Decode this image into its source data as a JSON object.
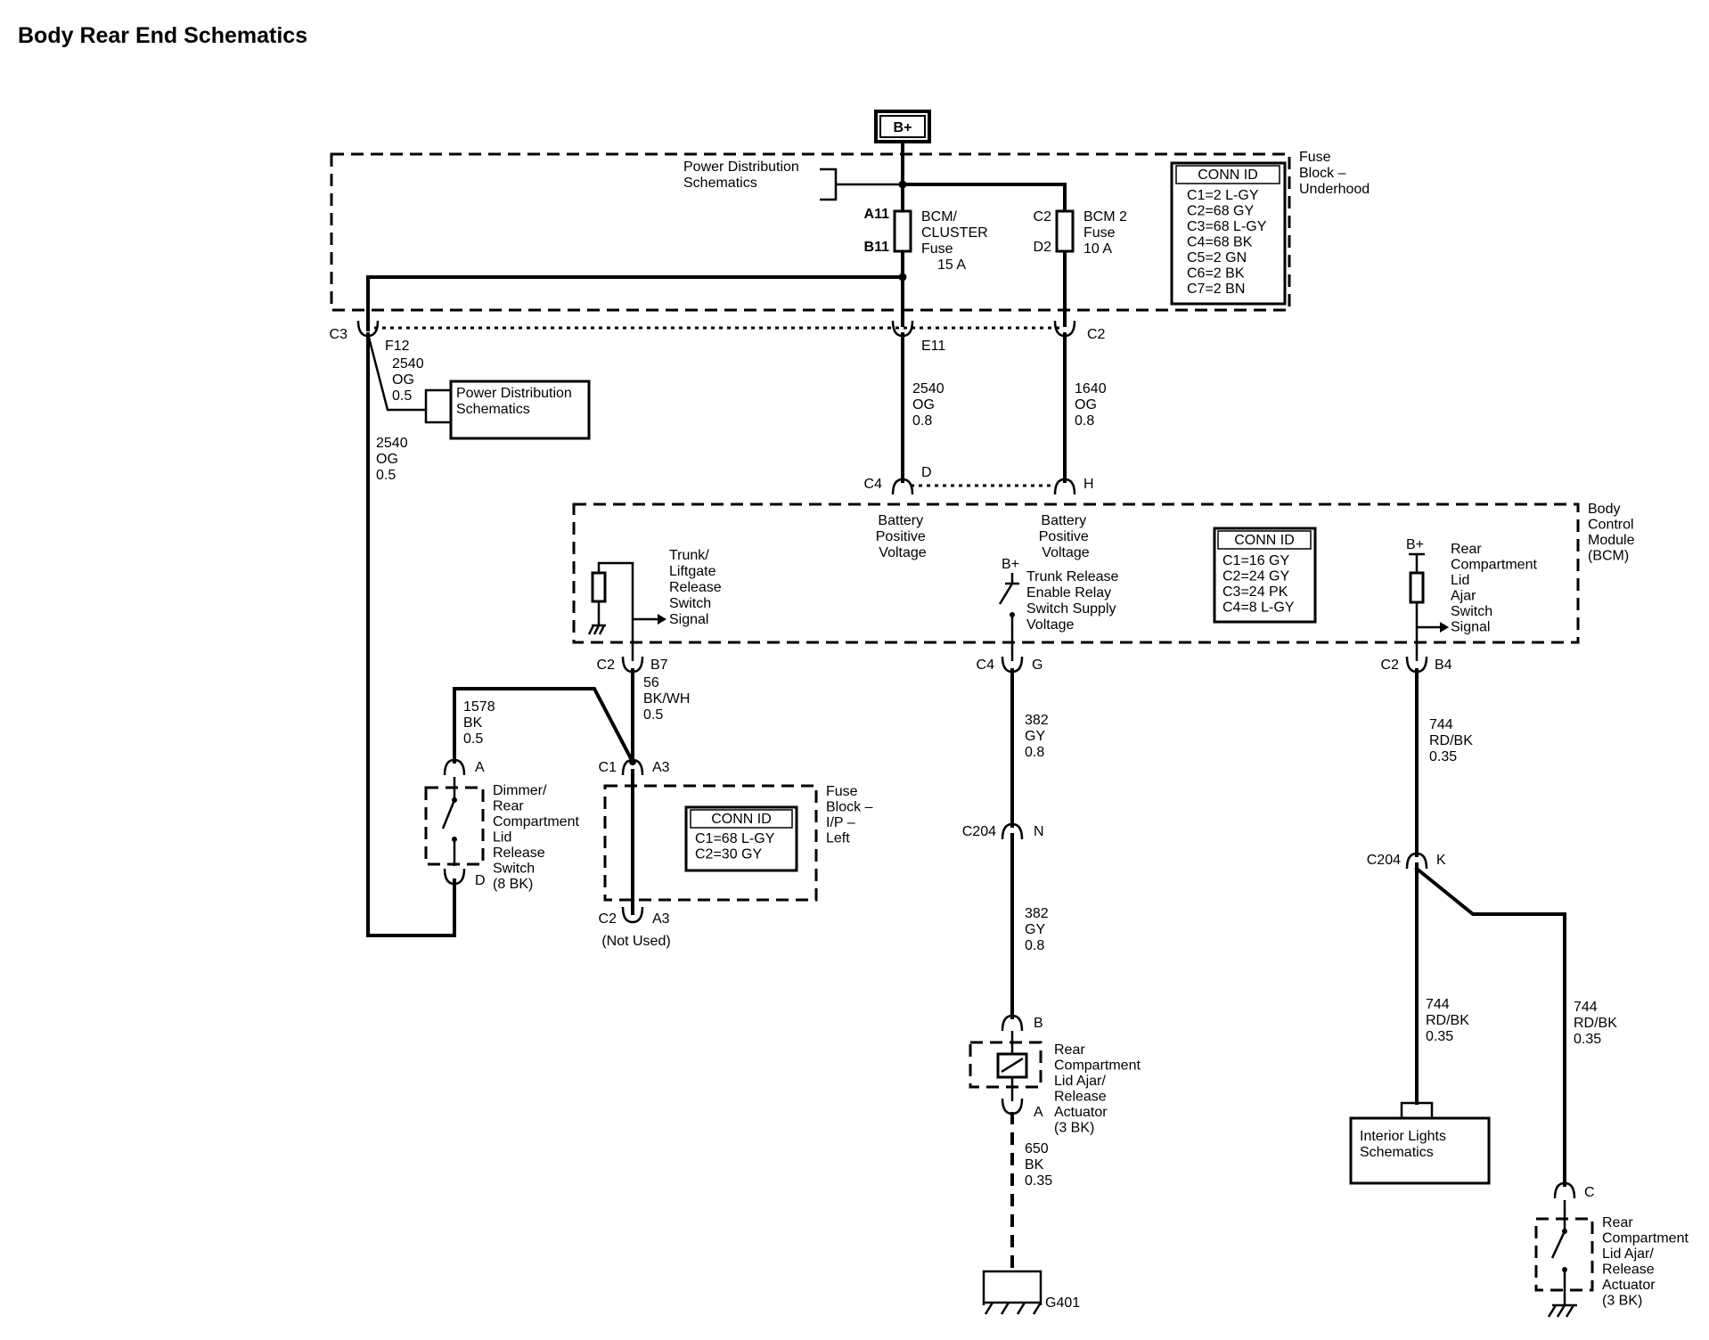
{
  "title": "Body Rear End Schematics",
  "colors": {
    "line": "#000000",
    "background": "#ffffff"
  },
  "power": {
    "source": "B+"
  },
  "fuse_block_underhood": {
    "label": [
      "Fuse",
      "Block –",
      "Underhood"
    ],
    "conn_title": "CONN ID",
    "conn": [
      "C1=2 L-GY",
      "C2=68 GY",
      "C3=68 L-GY",
      "C4=68 BK",
      "C5=2 GN",
      "C6=2 BK",
      "C7=2 BN"
    ],
    "power_ref": [
      "Power Distribution",
      "Schematics"
    ],
    "fuse1": {
      "pin_in": "A11",
      "pin_out": "B11",
      "label": [
        "BCM/",
        "CLUSTER",
        "Fuse",
        "15 A"
      ]
    },
    "fuse2": {
      "pin_in": "C2",
      "pin_out": "D2",
      "label": [
        "BCM 2",
        "Fuse",
        "10 A"
      ]
    },
    "out_c3": {
      "conn": "C3",
      "pin": "F12"
    },
    "out_e11": {
      "pin": "E11"
    },
    "out_c2": {
      "pin": "C2"
    }
  },
  "wires": {
    "w_f12": [
      "2540",
      "OG",
      "0.5"
    ],
    "w_left": [
      "2540",
      "OG",
      "0.5"
    ],
    "w_e11": [
      "2540",
      "OG",
      "0.8"
    ],
    "w_c2": [
      "1640",
      "OG",
      "0.8"
    ],
    "w_b7": [
      "56",
      "BK/WH",
      "0.5"
    ],
    "w_1578": [
      "1578",
      "BK",
      "0.5"
    ],
    "w_g": [
      "382",
      "GY",
      "0.8"
    ],
    "w_n": [
      "382",
      "GY",
      "0.8"
    ],
    "w_650": [
      "650",
      "BK",
      "0.35"
    ],
    "w_b4": [
      "744",
      "RD/BK",
      "0.35"
    ],
    "w_k1": [
      "744",
      "RD/BK",
      "0.35"
    ],
    "w_k2": [
      "744",
      "RD/BK",
      "0.35"
    ]
  },
  "power_ref_box": [
    "Power Distribution",
    "Schematics"
  ],
  "bcm": {
    "label": [
      "Body",
      "Control",
      "Module",
      "(BCM)"
    ],
    "conn_title": "CONN ID",
    "conn": [
      "C1=16 GY",
      "C2=24 GY",
      "C3=24 PK",
      "C4=8 L-GY"
    ],
    "c4_conn": "C4",
    "pin_d": "D",
    "pin_h": "H",
    "batt1": [
      "Battery",
      "Positive",
      "Voltage"
    ],
    "batt2": [
      "Battery",
      "Positive",
      "Voltage"
    ],
    "trunk_signal": [
      "Trunk/",
      "Liftgate",
      "Release",
      "Switch",
      "Signal"
    ],
    "relay_bplus": "B+",
    "relay_supply": [
      "Trunk Release",
      "Enable Relay",
      "Switch Supply",
      "Voltage"
    ],
    "ajar_bplus": "B+",
    "ajar_signal": [
      "Rear",
      "Compartment",
      "Lid",
      "Ajar",
      "Switch",
      "Signal"
    ],
    "out_b7": {
      "conn": "C2",
      "pin": "B7"
    },
    "out_g": {
      "conn": "C4",
      "pin": "G"
    },
    "out_b4": {
      "conn": "C2",
      "pin": "B4"
    }
  },
  "dimmer_switch": {
    "pin_a": "A",
    "pin_d": "D",
    "label": [
      "Dimmer/",
      "Rear",
      "Compartment",
      "Lid",
      "Release",
      "Switch",
      "(8 BK)"
    ]
  },
  "fuse_block_ip": {
    "label": [
      "Fuse",
      "Block –",
      "I/P –",
      "Left"
    ],
    "conn_title": "CONN ID",
    "conn": [
      "C1=68 L-GY",
      "C2=30 GY"
    ],
    "in": {
      "conn": "C1",
      "pin": "A3"
    },
    "out": {
      "conn": "C2",
      "pin": "A3"
    },
    "not_used": "(Not Used)"
  },
  "c204_n": {
    "conn": "C204",
    "pin": "N"
  },
  "c204_k": {
    "conn": "C204",
    "pin": "K"
  },
  "actuator1": {
    "pin_b": "B",
    "pin_a": "A",
    "label": [
      "Rear",
      "Compartment",
      "Lid Ajar/",
      "Release",
      "Actuator",
      "(3 BK)"
    ]
  },
  "ground": "G401",
  "interior_lights": [
    "Interior Lights",
    "Schematics"
  ],
  "actuator2": {
    "pin_c": "C",
    "label": [
      "Rear",
      "Compartment",
      "Lid Ajar/",
      "Release",
      "Actuator",
      "(3 BK)"
    ]
  }
}
